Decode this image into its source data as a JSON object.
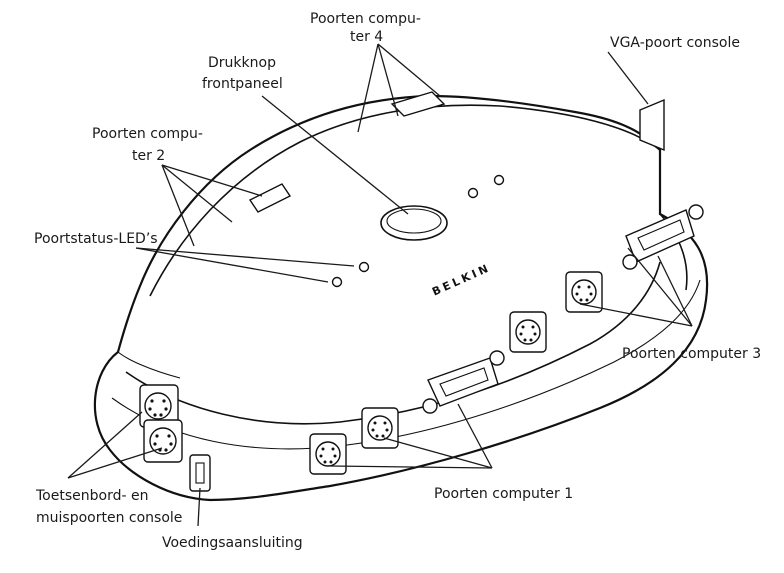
{
  "brand_logo": "BELKIN",
  "labels": {
    "computer4": [
      "Poorten compu-",
      "ter 4"
    ],
    "vga_console": "VGA-poort console",
    "front_button": [
      "Drukknop",
      "frontpaneel"
    ],
    "computer2": [
      "Poorten compu-",
      "ter 2"
    ],
    "port_leds": "Poortstatus-LED’s",
    "computer3": "Poorten computer 3",
    "keyboard_mouse_console": [
      "Toetsenbord- en",
      "muispoorten console"
    ],
    "computer1": "Poorten computer 1",
    "power": "Voedingsaansluiting"
  }
}
